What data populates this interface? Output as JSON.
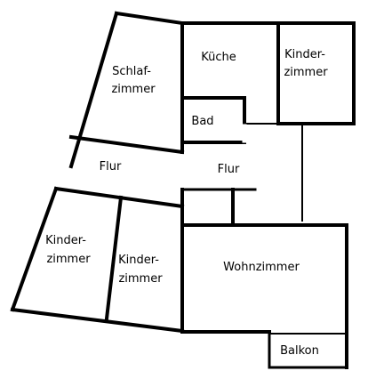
{
  "colors": {
    "background": "#ffffff",
    "wall": "#000000"
  },
  "rooms": {
    "schlafzimmer": {
      "line1": "Schlaf-",
      "line2": "zimmer"
    },
    "kueche": {
      "label": "Küche"
    },
    "kinderzimmer_top": {
      "line1": "Kinder-",
      "line2": "zimmer"
    },
    "bad": {
      "label": "Bad"
    },
    "flur_left": {
      "label": "Flur"
    },
    "flur_right": {
      "label": "Flur"
    },
    "kinderzimmer_left": {
      "line1": "Kinder-",
      "line2": "zimmer"
    },
    "kinderzimmer_mid": {
      "line1": "Kinder-",
      "line2": "zimmer"
    },
    "wohnzimmer": {
      "label": "Wohnzimmer"
    },
    "balkon": {
      "label": "Balkon"
    }
  }
}
